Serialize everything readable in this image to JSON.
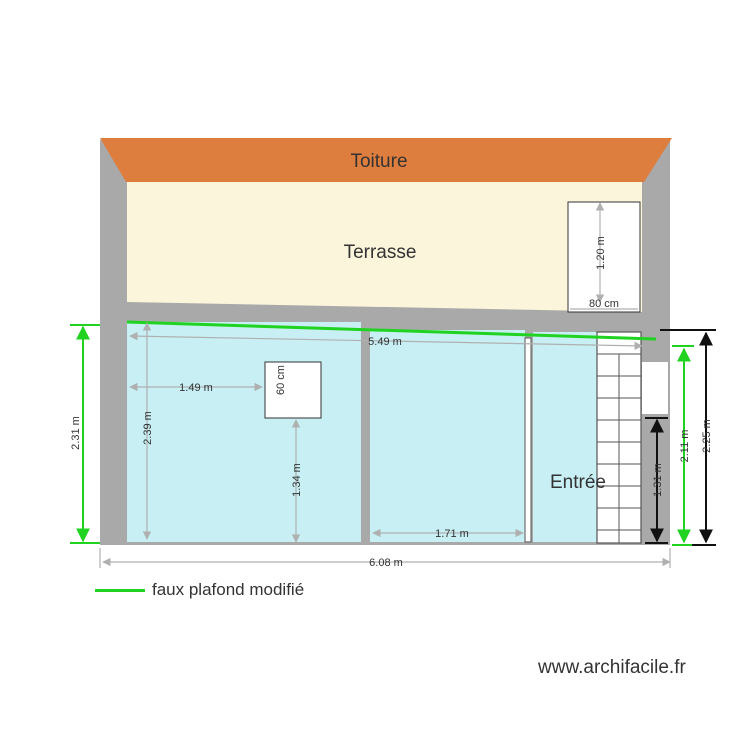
{
  "colors": {
    "roof": "#dd7e3e",
    "terrace": "#fbf5dc",
    "wall": "#a9a9a9",
    "room": "#c7eff4",
    "green": "#21d321",
    "dim": "#b0b0b0",
    "black": "#111111"
  },
  "labels": {
    "roof": "Toiture",
    "terrace": "Terrasse",
    "entry": "Entrée"
  },
  "dimensions": {
    "d_120": "1.20 m",
    "d_80": "80 cm",
    "d_549": "5.49 m",
    "d_149": "1.49 m",
    "d_60": "60 cm",
    "d_239": "2.39 m",
    "d_134": "1.34 m",
    "d_171": "1.71 m",
    "d_131": "1.31 m",
    "d_211": "2.11 m",
    "d_225": "2.25 m",
    "d_231": "2.31 m",
    "d_608": "6.08 m"
  },
  "legend": {
    "label": "faux plafond modifié"
  },
  "footer": {
    "text": "www.archifacile.fr"
  }
}
